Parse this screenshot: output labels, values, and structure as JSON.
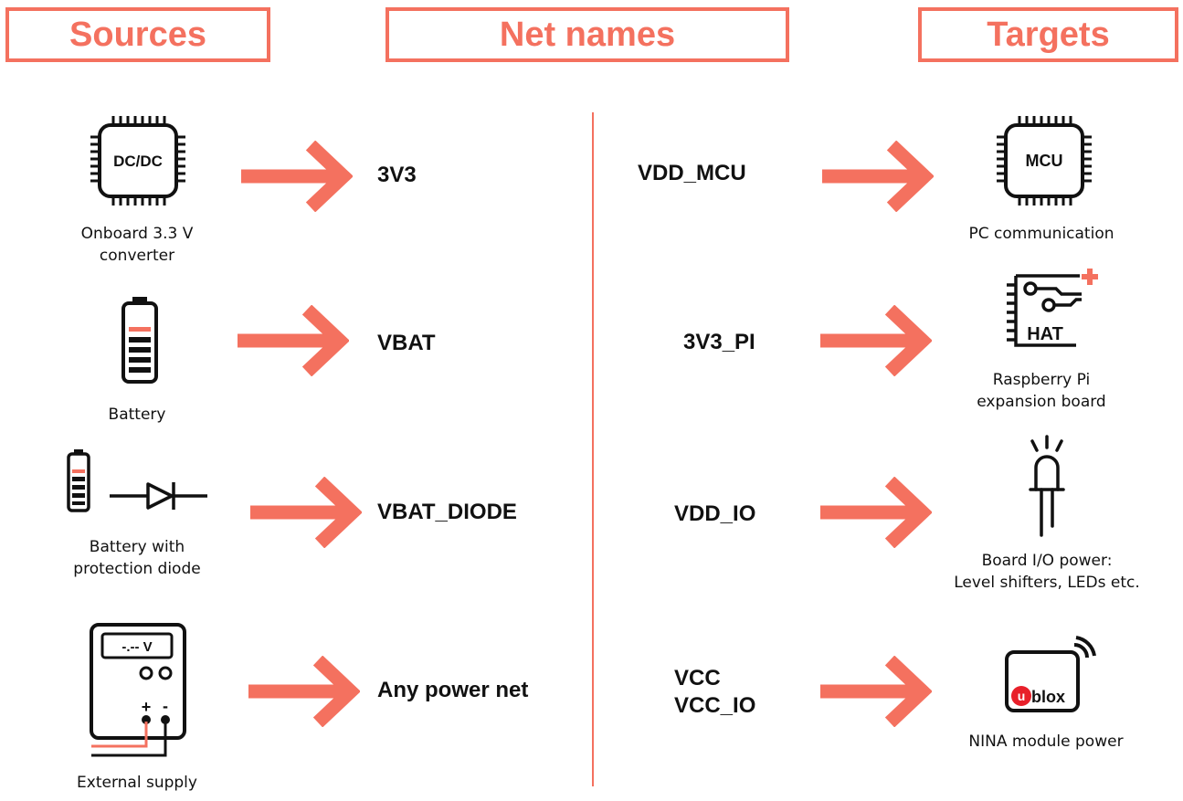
{
  "headers": {
    "sources": "Sources",
    "net_names": "Net names",
    "targets": "Targets"
  },
  "colors": {
    "accent": "#f4715f",
    "ink": "#111111",
    "ublox_red": "#e8202a"
  },
  "sources": [
    {
      "icon": "dcdc-chip-icon",
      "icon_text": "DC/DC",
      "caption_line1": "Onboard 3.3 V",
      "caption_line2": "converter",
      "net": "3V3"
    },
    {
      "icon": "battery-icon",
      "caption_line1": "Battery",
      "net": "VBAT"
    },
    {
      "icon": "battery-diode-icon",
      "caption_line1": "Battery with",
      "caption_line2": "protection diode",
      "net": "VBAT_DIODE"
    },
    {
      "icon": "power-supply-icon",
      "icon_text": "-.-- V",
      "plus": "+",
      "minus": "-",
      "caption_line1": "External supply",
      "net": "Any power net"
    }
  ],
  "targets": [
    {
      "net": "VDD_MCU",
      "icon": "mcu-chip-icon",
      "icon_text": "MCU",
      "caption_line1": "PC communication"
    },
    {
      "net": "3V3_PI",
      "icon": "hat-board-icon",
      "icon_text": "HAT",
      "caption_line1": "Raspberry Pi",
      "caption_line2": "expansion board"
    },
    {
      "net": "VDD_IO",
      "icon": "led-icon",
      "caption_line1": "Board I/O power:",
      "caption_line2": "Level shifters, LEDs etc."
    },
    {
      "net_line1": "VCC",
      "net_line2": "VCC_IO",
      "icon": "ublox-module-icon",
      "icon_text": "blox",
      "icon_text_u": "u",
      "caption_line1": "NINA module power"
    }
  ]
}
